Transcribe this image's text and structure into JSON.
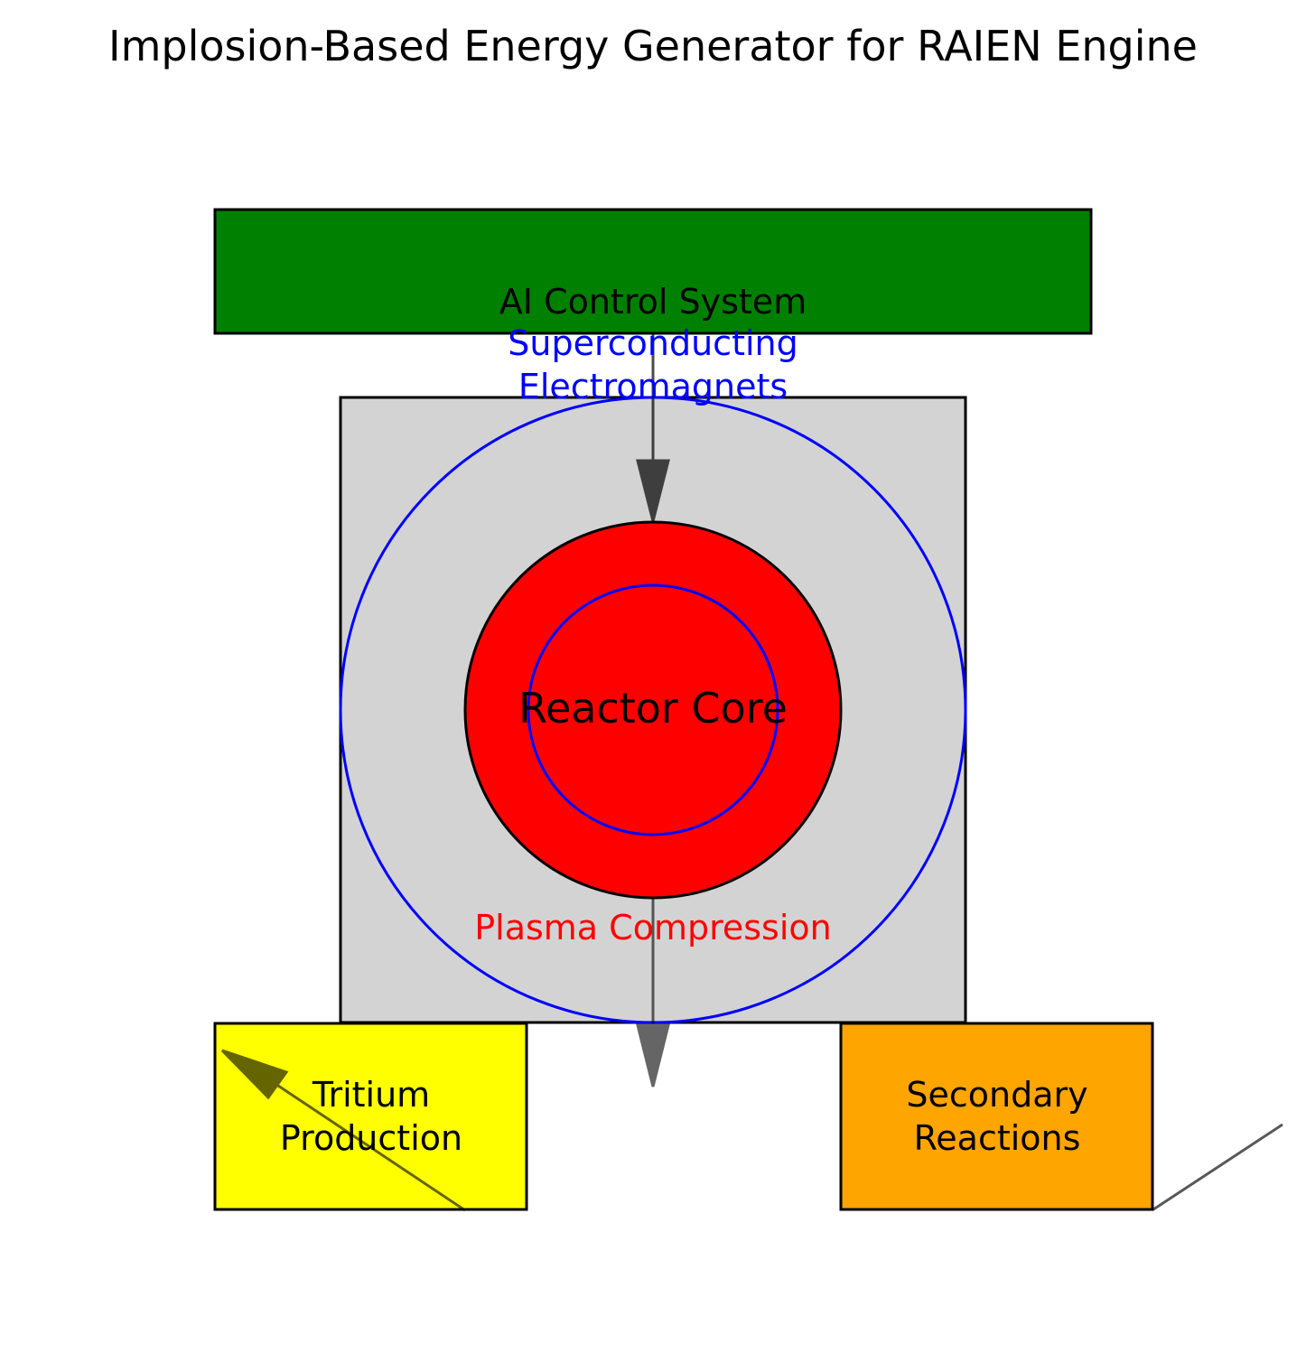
{
  "title": "Implosion-Based Energy Generator for RAIEN Engine",
  "nodes": {
    "ai_control": {
      "label": "AI Control System",
      "fill": "#008000"
    },
    "electromagnets": {
      "label_line1": "Superconducting",
      "label_line2": "Electromagnets",
      "color": "#0000ff"
    },
    "chamber": {
      "fill": "#d3d3d3"
    },
    "reactor_core": {
      "label": "Reactor Core",
      "fill": "#ff0000"
    },
    "plasma": {
      "label": "Plasma Compression",
      "color": "#ff0000"
    },
    "tritium": {
      "label_line1": "Tritium",
      "label_line2": "Production",
      "fill": "#ffff00"
    },
    "secondary": {
      "label_line1": "Secondary",
      "label_line2": "Reactions",
      "fill": "#ffa500"
    }
  },
  "colors": {
    "stroke": "#000000",
    "arrow": "#404040"
  }
}
